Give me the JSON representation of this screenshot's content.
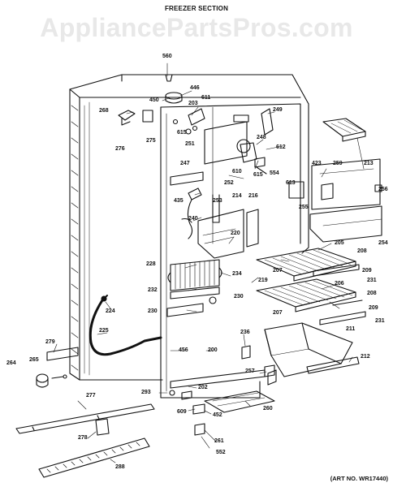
{
  "header": {
    "title": "FREEZER SECTION",
    "watermark": "AppliancePartsPros.com"
  },
  "footer": {
    "art_no": "(ART NO. WR17440)"
  },
  "callouts": [
    "560",
    "446",
    "450",
    "611",
    "203",
    "268",
    "615",
    "249",
    "251",
    "275",
    "276",
    "248",
    "612",
    "247",
    "610",
    "252",
    "554",
    "423",
    "259",
    "213",
    "613",
    "615",
    "253",
    "214",
    "216",
    "435",
    "256",
    "255",
    "240",
    "254",
    "205",
    "220",
    "208",
    "228",
    "234",
    "207",
    "219",
    "209",
    "231",
    "232",
    "230",
    "206",
    "208",
    "224",
    "207",
    "209",
    "230",
    "231",
    "225",
    "211",
    "236",
    "212",
    "279",
    "456",
    "200",
    "264",
    "265",
    "257",
    "202",
    "293",
    "277",
    "609",
    "452",
    "260",
    "278",
    "261",
    "552",
    "288"
  ]
}
